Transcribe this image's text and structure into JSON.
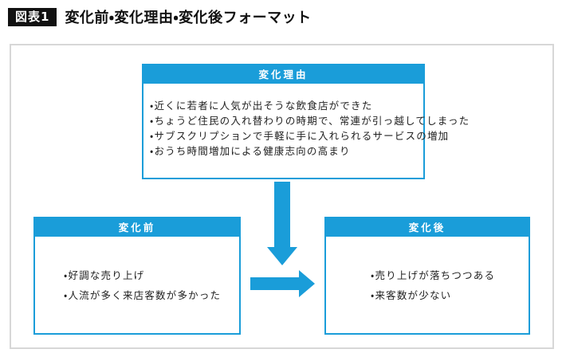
{
  "header": {
    "tag": "図表1",
    "title": "変化前・変化理由・変化後フォーマット"
  },
  "colors": {
    "accent_blue": "#1a9dd9",
    "frame_border": "#d7d7d7",
    "tag_background": "#111111"
  },
  "diagram": {
    "reason_box": {
      "title": "変化理由",
      "bullets": [
        "・近くに若者に人気が出そうな飲食店ができた",
        "・ちょうど住民の入れ替わりの時期で、常連が引っ越してしまった",
        "・サブスクリプションで手軽に手に入れられるサービスの増加",
        "・おうち時間増加による健康志向の高まり"
      ]
    },
    "before_box": {
      "title": "変化前",
      "bullets": [
        "・好調な売り上げ",
        "・人流が多く来店客数が多かった"
      ]
    },
    "after_box": {
      "title": "変化後",
      "bullets": [
        "・売り上げが落ちつつある",
        "・来客数が少ない"
      ]
    },
    "arrows": {
      "down": "down-arrow",
      "right": "right-arrow"
    }
  }
}
